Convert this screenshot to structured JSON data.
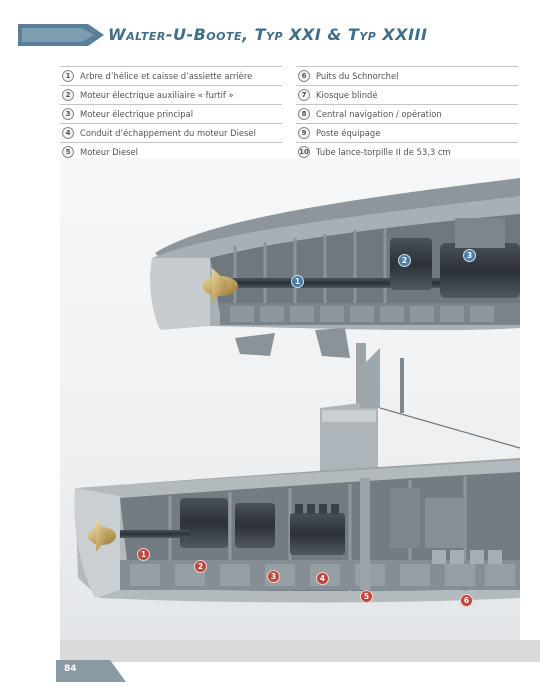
{
  "page": {
    "title": "Walter-U-Boote, Typ XXI & Typ XXIII",
    "page_number": "84"
  },
  "legend": {
    "left": [
      {
        "num": "1",
        "text": "Arbre d’hélice et caisse d’assiette arrière"
      },
      {
        "num": "2",
        "text": "Moteur électrique auxiliaire « furtif »"
      },
      {
        "num": "3",
        "text": "Moteur électrique principal"
      },
      {
        "num": "4",
        "text": "Conduit d’échappement du moteur Diesel"
      },
      {
        "num": "5",
        "text": "Moteur Diesel"
      }
    ],
    "right": [
      {
        "num": "6",
        "text": "Puits du Schnorchel"
      },
      {
        "num": "7",
        "text": "Kiosque blindé"
      },
      {
        "num": "8",
        "text": "Central navigation / opération"
      },
      {
        "num": "9",
        "text": "Poste équipage"
      },
      {
        "num": "10",
        "text": "Tube lance-torpille II de 53,3 cm"
      }
    ]
  },
  "callouts": {
    "c1": "1",
    "c2": "2",
    "c3": "3",
    "d1": "1",
    "d2": "2",
    "d3": "3",
    "d4": "4",
    "d5": "5",
    "d6": "6"
  },
  "colors": {
    "title": "#3f6e8a",
    "callout_red": "#c0473e",
    "callout_blue": "#4a7ea8",
    "footer": "#d9dadb"
  }
}
